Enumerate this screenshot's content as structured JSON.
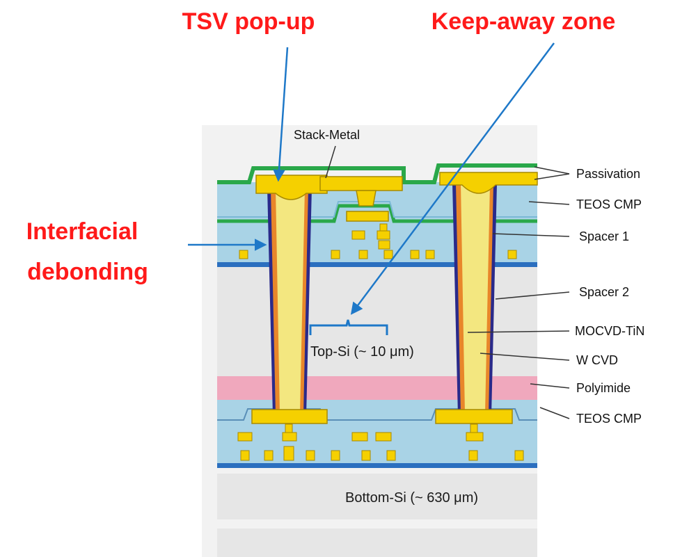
{
  "callouts": {
    "tsv_popup": "TSV pop-up",
    "keep_away_zone": "Keep-away zone",
    "interfacial_line1": "Interfacial",
    "interfacial_line2": "debonding"
  },
  "labels": {
    "stack_metal": "Stack-Metal",
    "passivation": "Passivation",
    "teos_cmp_top": "TEOS CMP",
    "spacer1": "Spacer 1",
    "spacer2": "Spacer 2",
    "mocvd_tin": "MOCVD-TiN",
    "w_cvd": "W CVD",
    "polyimide": "Polyimide",
    "teos_cmp_bottom": "TEOS CMP",
    "top_si": "Top-Si (~ 10 μm)",
    "bottom_si": "Bottom-Si (~ 630 μm)"
  },
  "colors": {
    "callout_text": "#ff1a1a",
    "arrow": "#1e78c8",
    "passivation": "#2aa84a",
    "dielectric": "#a9d3e6",
    "metal": "#f5d000",
    "metal_edge": "#a88a00",
    "liner": "#2a2a8a",
    "spacer": "#e8862a",
    "tsv_fill": "#f3e780",
    "silicon": "#e6e6e6",
    "polyimide": "#f0a8bd",
    "blue_line": "#2b6fbf"
  }
}
